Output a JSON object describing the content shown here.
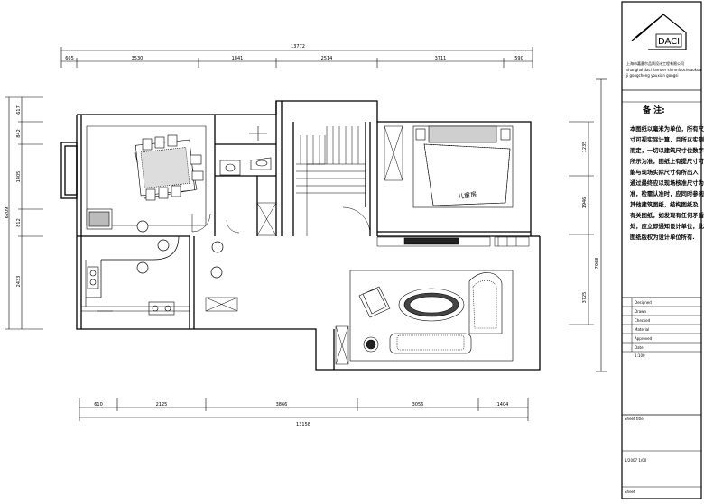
{
  "dimensions": {
    "top_total": "13772",
    "top_segments": [
      "665",
      "3530",
      "1841",
      "2514",
      "3711",
      "590"
    ],
    "bottom_total": "13158",
    "bottom_segments": [
      "610",
      "2125",
      "3866",
      "3056",
      "1404"
    ],
    "left_total": "6209",
    "left_segments": [
      "617",
      "842",
      "1405",
      "812",
      "2433"
    ],
    "right_total": "7068",
    "right_segments": [
      "1235",
      "1946",
      "3725"
    ]
  },
  "room_labels": {
    "bedroom": "儿童房"
  },
  "title_block": {
    "logo_text": "DACI",
    "company_cn": "上海市嘉墨尔品质设计工程有限公司",
    "company_en_1": "shanghai daci jiamoer shinmiaocheaokua",
    "company_en_2": "ji gongcheng youxian gongsi",
    "notes_title": "备 注:",
    "notes_lines": [
      "本图纸以毫米为单位，所有尺",
      "寸可视实际计算，且所以实测量",
      "而定，一切以建筑尺寸位数字",
      "所示为准，图纸上有提尺寸可",
      "能与现场实际尺寸有所出入",
      "通过最终应以现场核准尺寸为",
      "准，检需认准时，应同时参阅",
      "其他建筑图纸，结构图纸及",
      "有关图纸，如发现有任何矛盾",
      "处，应立即通知设计单位，此",
      "图纸版权为设计单位所有."
    ],
    "fields": [
      {
        "label": "Designed"
      },
      {
        "label": "Drawn"
      },
      {
        "label": "Checked"
      },
      {
        "label": "Material"
      },
      {
        "label": "Approved"
      },
      {
        "label": "Date"
      }
    ],
    "scale_text": "1:100",
    "sheet_label": "Sheet title",
    "drawing_no": "1/2007   1/00",
    "sheet_no": "Sheet"
  }
}
